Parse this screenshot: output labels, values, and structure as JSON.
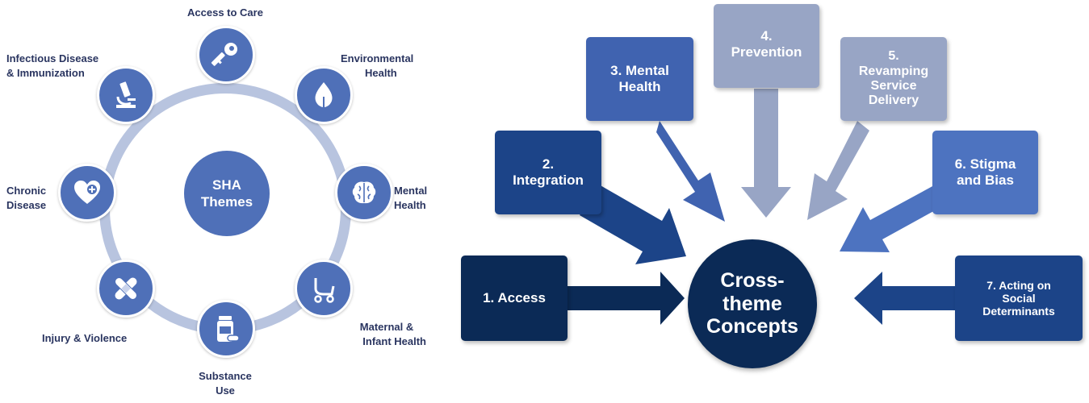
{
  "wheel": {
    "center": {
      "line1": "SHA",
      "line2": "Themes"
    },
    "themes": [
      {
        "id": "access",
        "label": "Access to Care",
        "icon": "key-icon"
      },
      {
        "id": "environmental",
        "label_lines": [
          "Environmental",
          "Health"
        ],
        "icon": "leaf-icon"
      },
      {
        "id": "mental",
        "label_lines": [
          "Mental",
          "Health"
        ],
        "icon": "brain-icon"
      },
      {
        "id": "maternal",
        "label_lines": [
          "Maternal &",
          "Infant Health"
        ],
        "icon": "stroller-icon"
      },
      {
        "id": "substance",
        "label_lines": [
          "Substance",
          "Use"
        ],
        "icon": "pill-bottle-icon"
      },
      {
        "id": "injury",
        "label": "Injury & Violence",
        "icon": "bandage-icon"
      },
      {
        "id": "chronic",
        "label_lines": [
          "Chronic",
          "Disease"
        ],
        "icon": "heart-plus-icon"
      },
      {
        "id": "infectious",
        "label_lines": [
          "Infectious Disease",
          "& Immunization"
        ],
        "icon": "microscope-icon"
      }
    ],
    "colors": {
      "node": "#4f70b8",
      "ring": "#b8c4df",
      "label": "#2a3560"
    }
  },
  "concepts": {
    "hub": {
      "line1": "Cross-",
      "line2": "theme",
      "line3": "Concepts"
    },
    "items": [
      {
        "lines": [
          "1. Access"
        ],
        "color": "#0b2a56"
      },
      {
        "lines": [
          "2.",
          "Integration"
        ],
        "color": "#1c4488"
      },
      {
        "lines": [
          "3. Mental",
          "Health"
        ],
        "color": "#4063b0"
      },
      {
        "lines": [
          "4.",
          "Prevention"
        ],
        "color": "#98a5c5"
      },
      {
        "lines": [
          "5.",
          "Revamping",
          "Service",
          "Delivery"
        ],
        "color": "#98a5c5"
      },
      {
        "lines": [
          "6. Stigma",
          "and Bias"
        ],
        "color": "#4d73c0"
      },
      {
        "lines": [
          "7. Acting on",
          "Social",
          "Determinants"
        ],
        "color": "#1c4488"
      }
    ]
  }
}
